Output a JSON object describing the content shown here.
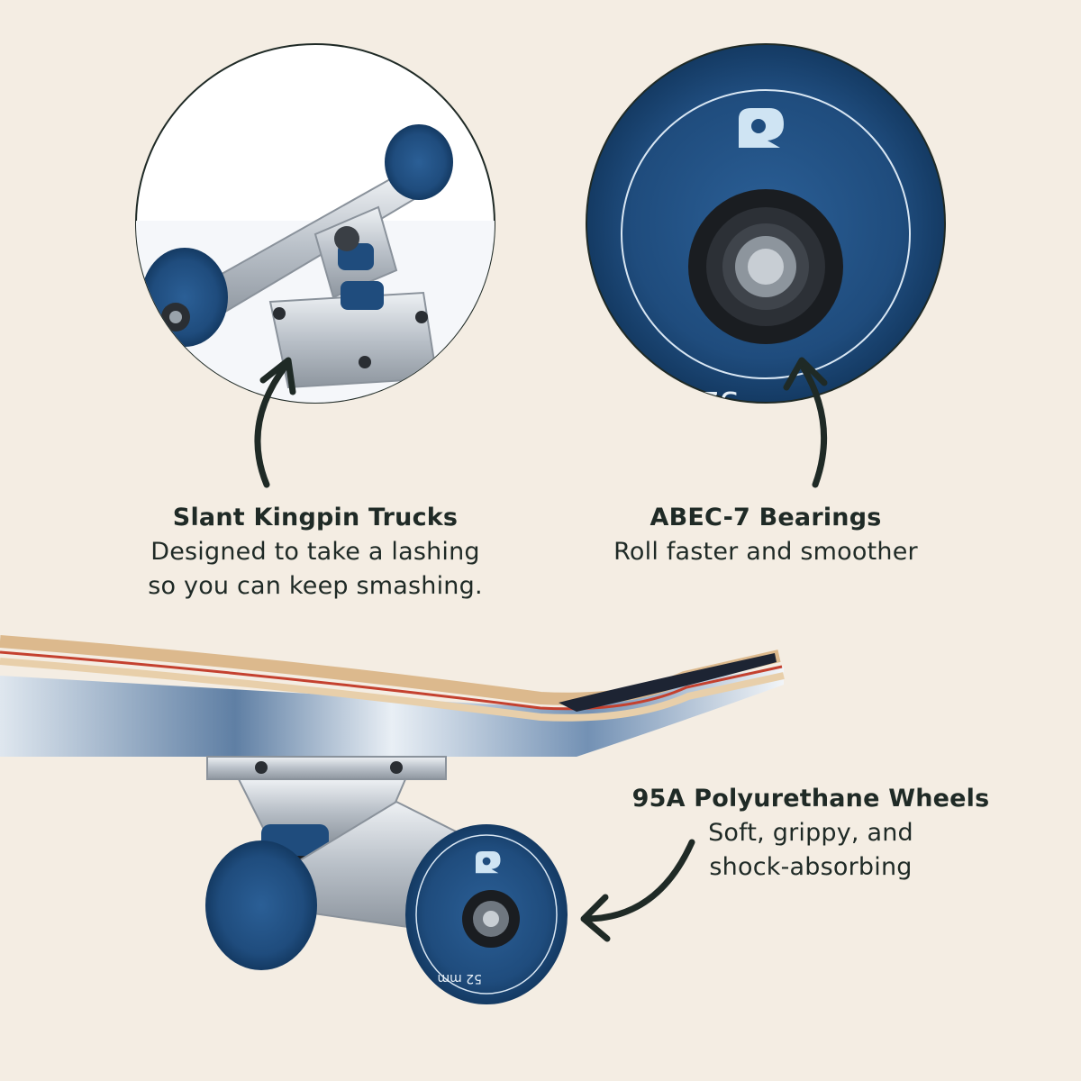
{
  "callouts": {
    "trucks": {
      "title": "Slant Kingpin Trucks",
      "lines": [
        "Designed to take a lashing",
        "so you can keep smashing."
      ]
    },
    "bearings": {
      "title": "ABEC-7 Bearings",
      "lines": [
        "Roll faster and smoother"
      ]
    },
    "wheels": {
      "title": "95A Polyurethane Wheels",
      "lines": [
        "Soft, grippy, and",
        "shock-absorbing"
      ]
    }
  },
  "wheel_marking": "52 mm",
  "icons": {
    "logo": "r-logo-icon",
    "arrow": "curved-arrow-icon"
  },
  "colors": {
    "background": "#f4ede3",
    "wheel_blue": "#1f4c7d",
    "text": "#1f2a26",
    "metal": "#c7ccd2"
  }
}
